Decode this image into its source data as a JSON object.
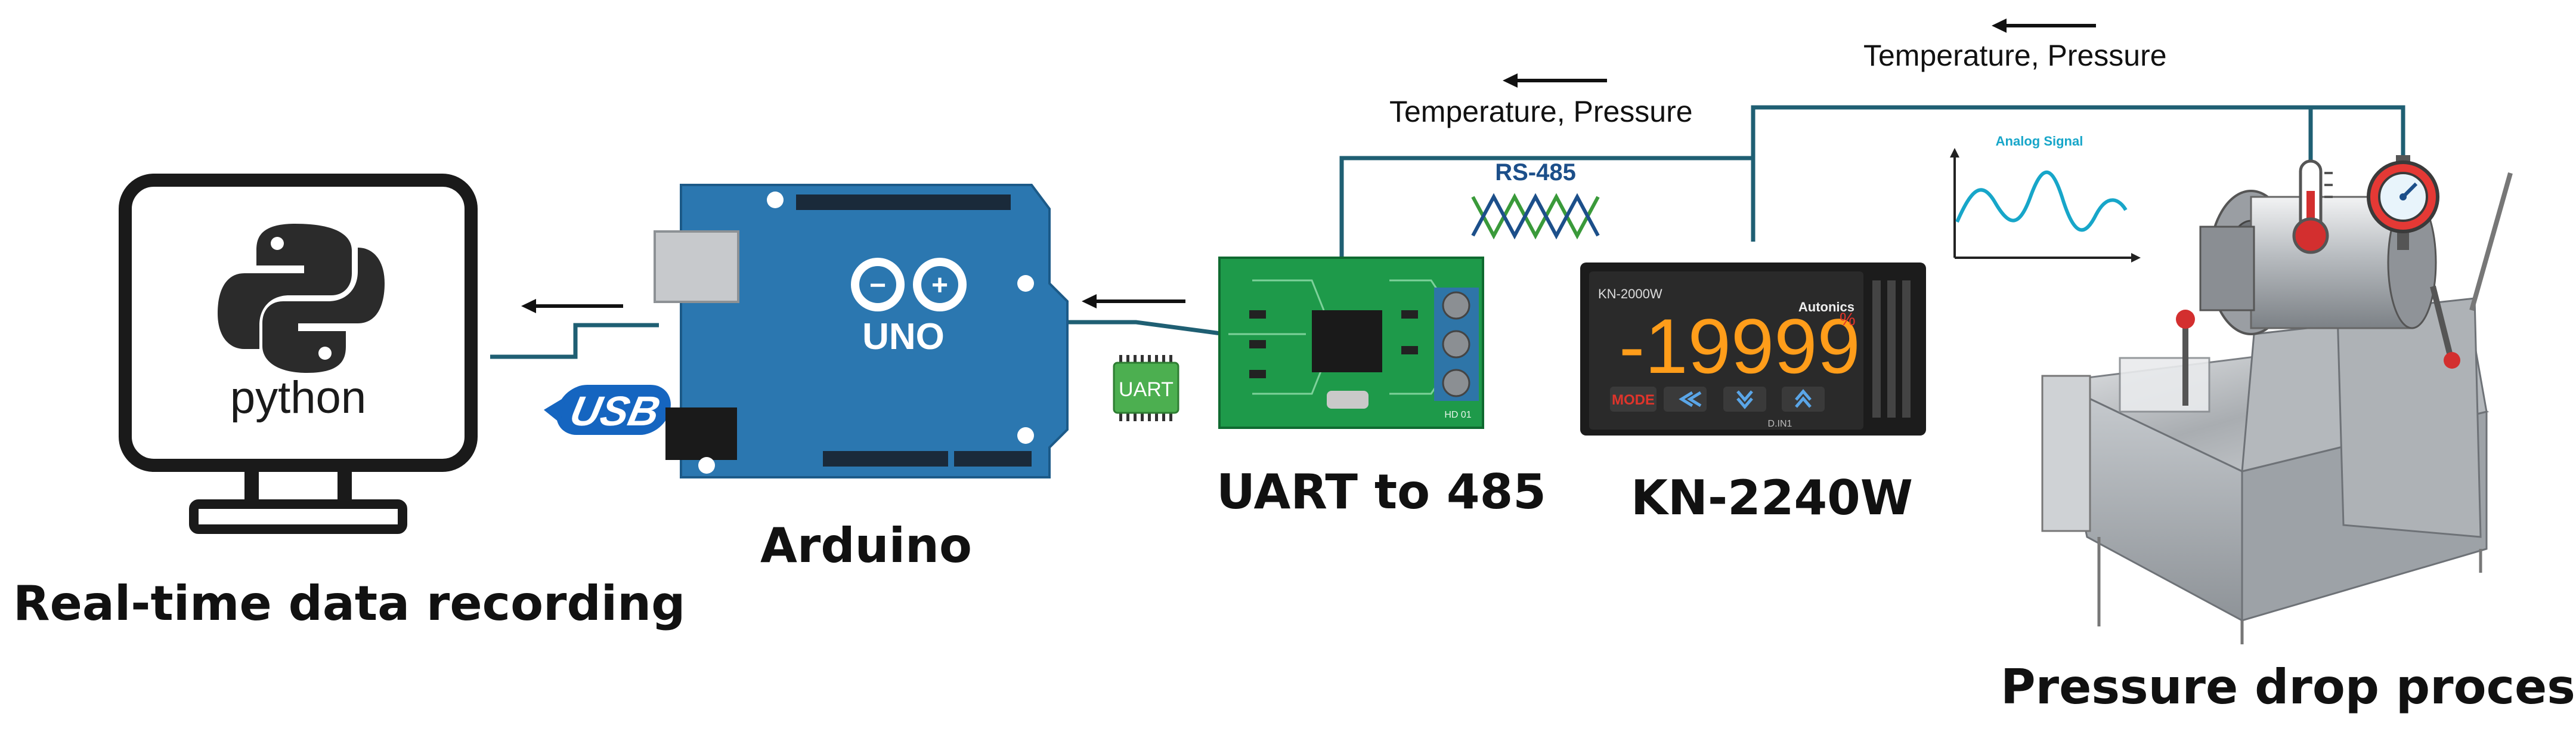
{
  "labels": {
    "computer": "Real-time data recording",
    "arduino": "Arduino",
    "converter": "UART to 485",
    "controller": "KN-2240W",
    "processor": "Pressure drop processor"
  },
  "signals": {
    "top_right": "Temperature, Pressure",
    "top_mid": "Temperature, Pressure",
    "rs485": "RS-485",
    "analog": "Analog Signal",
    "usb": "USB",
    "uart": "UART"
  },
  "python": {
    "text": "python"
  },
  "arduino_board": {
    "line1": "UNO",
    "logo_minus": "−",
    "logo_plus": "+"
  },
  "uart_module": {
    "text": "HD 01"
  },
  "kn_meter": {
    "model": "KN-2000W",
    "brand": "Autonics",
    "display": "-19999",
    "unit": "%",
    "btn_mode": "MODE",
    "sub": "D.IN1"
  },
  "colors": {
    "wire": "#1f5f73",
    "arduino_blue": "#2b77b0",
    "pcb_green": "#1e9a4a",
    "usb_blue": "#1565c0",
    "display_orange": "#ff9d1a",
    "mode_red": "#e0342b",
    "analog_line": "#17a6c9",
    "rs485_green": "#3a9a3a",
    "rs485_blue": "#1c4f8a"
  },
  "icons": [
    "monitor-icon",
    "python-logo-icon",
    "usb-icon",
    "uart-chip-icon",
    "thermometer-icon",
    "pressure-gauge-icon"
  ]
}
